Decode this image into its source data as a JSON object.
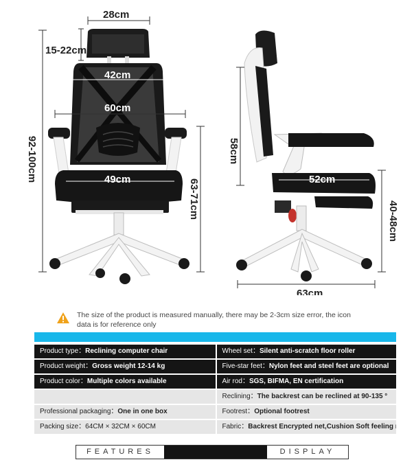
{
  "dimensions": {
    "headrest_width": "28cm",
    "headrest_height": "15-22cm",
    "backrest_top_width": "42cm",
    "armrest_span": "60cm",
    "seat_width": "49cm",
    "total_height": "92-100cm",
    "seat_height_front": "63-71cm",
    "backrest_height": "58cm",
    "seat_depth": "52cm",
    "base_width": "63cm",
    "seat_height_side": "40-48cm"
  },
  "notice": {
    "icon": "warning-icon",
    "text": "The size of the product is measured manually, there may be 2-3cm size error, the icon data is for reference only"
  },
  "specs": [
    {
      "style": "dark",
      "left": {
        "label": "Product type：",
        "value": "Reclining computer chair"
      },
      "right": {
        "label": "Wheel set：",
        "value": "Silent anti-scratch floor roller"
      }
    },
    {
      "style": "dark",
      "left": {
        "label": "Product weight：",
        "value": "Gross weight 12-14 kg"
      },
      "right": {
        "label": "Five-star feet：",
        "value": "Nylon feet and steel feet are optional"
      }
    },
    {
      "style": "dark",
      "left": {
        "label": "Product color：",
        "value": "Multiple colors available"
      },
      "right": {
        "label": "Air rod：",
        "value": "SGS, BIFMA, EN certification"
      }
    },
    {
      "style": "light",
      "left": {
        "label": "",
        "value": ""
      },
      "right": {
        "label": "Reclining：",
        "value": "The backrest can be reclined at 90-135 °"
      }
    },
    {
      "style": "light",
      "left": {
        "label": "Professional packaging：",
        "value": "One in one box"
      },
      "right": {
        "label": "Footrest：",
        "value": "Optional footrest"
      }
    },
    {
      "style": "light",
      "left": {
        "label": "Packing size：",
        "value": "64CM × 32CM × 60CM"
      },
      "right": {
        "label": "Fabric：",
        "value": "Backrest Encrypted net,Cushion Soft feeling net"
      }
    }
  ],
  "footer": {
    "left": "FEATURES",
    "right": "DISPLAY"
  },
  "colors": {
    "accent_band": "#18b7ea",
    "dark_row": "#151515",
    "light_row": "#e6e6e6"
  }
}
